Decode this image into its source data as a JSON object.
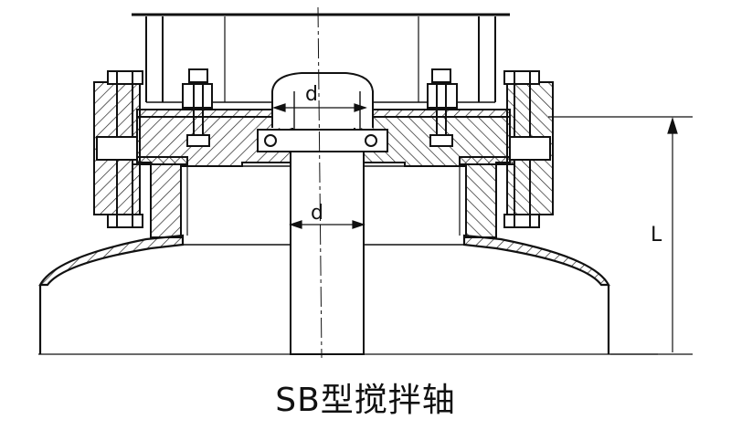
{
  "caption": "SB型搅拌轴",
  "labels": {
    "shaft_diameter_upper": "d",
    "shaft_diameter_lower": "d",
    "length": "L"
  },
  "colors": {
    "line": "#111111",
    "background": "#ffffff",
    "hatch": "#222222"
  }
}
